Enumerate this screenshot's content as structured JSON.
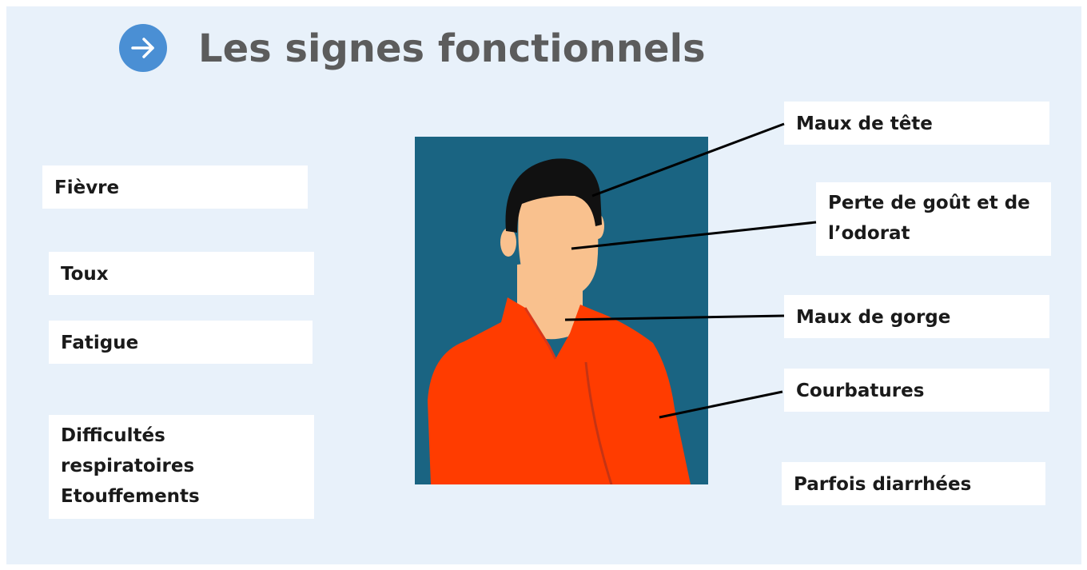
{
  "title": "Les signes fonctionnels",
  "icons": {
    "title_icon": "arrow-right-circle-icon"
  },
  "colors": {
    "background": "#e8f1fa",
    "accent": "#4a8fd4",
    "title_text": "#5c5c5c",
    "illustration_bg": "#1a6482",
    "shirt": "#ff3c00",
    "skin": "#f9c18e",
    "hair": "#111111"
  },
  "left_symptoms": [
    {
      "lines": [
        "Fièvre"
      ]
    },
    {
      "lines": [
        "Toux"
      ]
    },
    {
      "lines": [
        "Fatigue"
      ]
    },
    {
      "lines": [
        "Difficultés",
        "respiratoires",
        "Etouffements"
      ]
    }
  ],
  "right_symptoms": [
    {
      "lines": [
        "Maux de tête"
      ]
    },
    {
      "lines": [
        "Perte de goût et de",
        "l’odorat"
      ]
    },
    {
      "lines": [
        "Maux de gorge"
      ]
    },
    {
      "lines": [
        "Courbatures"
      ]
    },
    {
      "lines": [
        "Parfois diarrhées"
      ]
    }
  ]
}
